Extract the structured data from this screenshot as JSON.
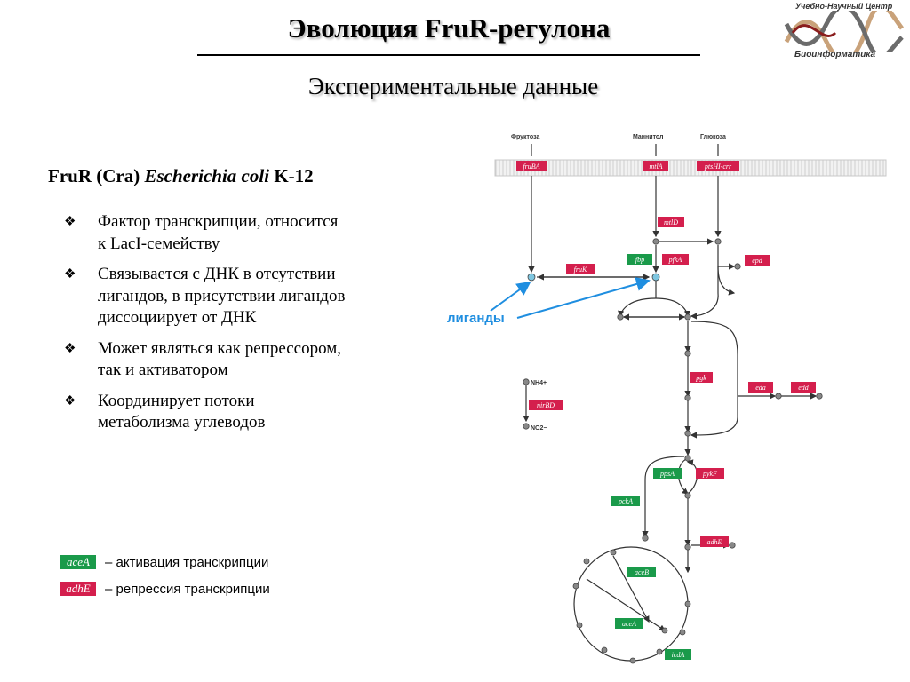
{
  "title": "Эволюция FruR-регулона",
  "subtitle": "Экспериментальные данные",
  "logo": {
    "top_text": "Учебно-Научный Центр",
    "bottom_text": "Биоинформатика"
  },
  "heading": {
    "prefix": "FruR (Cra) ",
    "organism": "Escherichia coli",
    "strain": " K-12"
  },
  "bullets": [
    "Фактор транскрипции, относится к LacI-семейству",
    "Связывается с ДНК в отсутствии лигандов, в присутствии лигандов диссоциирует от ДНК",
    "Может являться как репрессором, так и активатором",
    "Координирует потоки метаболизма углеводов"
  ],
  "legend": {
    "activation_gene": "aceA",
    "activation_text": "– активация транскрипции",
    "repression_gene": "adhE",
    "repression_text": "– репрессия транскрипции"
  },
  "ligands_label": "лиганды",
  "colors": {
    "activation": "#1a9a4a",
    "repression": "#d41f4d",
    "ligand_arrow": "#1f8ee0"
  },
  "metabolites": {
    "fructose": "Фруктоза",
    "mannitol": "Маннитол",
    "glucose": "Глюкоза",
    "nh4": "NH4+",
    "no2": "NO2−"
  },
  "genes": {
    "fruBA": "fruBA",
    "mtlA": "mtlA",
    "ptsHI_crr": "ptsHI-crr",
    "mtlD": "mtlD",
    "fruK": "fruK",
    "fbp": "fbp",
    "pfkA": "pfkA",
    "epd": "epd",
    "pgk": "pgk",
    "eda": "eda",
    "edd": "edd",
    "nirBD": "nirBD",
    "ppsA": "ppsA",
    "pykF": "pykF",
    "pckA": "pckA",
    "adhE": "adhE",
    "aceB": "aceB",
    "aceA": "aceA",
    "icdA": "icdA"
  }
}
